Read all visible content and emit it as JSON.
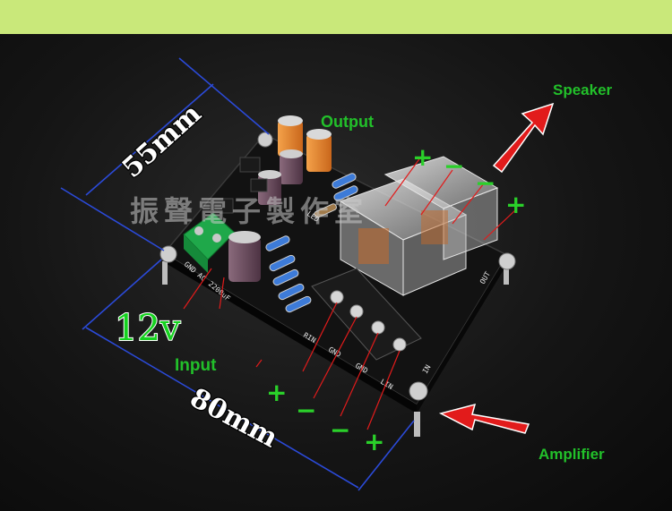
{
  "labels": {
    "speaker": "Speaker",
    "output": "Output",
    "input": "Input",
    "amplifier": "Amplifier",
    "supply": "12v",
    "width_dim": "55mm",
    "length_dim": "80mm",
    "watermark": "振聲電子製作室"
  },
  "signs": {
    "out_plus_1": "+",
    "out_minus_1": "−",
    "out_minus_2": "−",
    "out_plus_2": "+",
    "in_plus_1": "+",
    "in_minus_1": "−",
    "in_minus_2": "−",
    "in_plus_2": "+"
  },
  "silkscreen": {
    "gnd_ac": "GND AC",
    "cap_value": "2200uF",
    "rin": "RIN",
    "gnd1": "GND",
    "gnd2": "GND",
    "lin": "LIN",
    "out": "OUT",
    "in": "IN",
    "led": "LED"
  },
  "colors": {
    "label_green": "#22c02a",
    "arrow_red": "#e21b1b",
    "dimension_blue": "#2b4ad8",
    "pcb_black": "#111111",
    "background_top": "#c9e87a"
  }
}
